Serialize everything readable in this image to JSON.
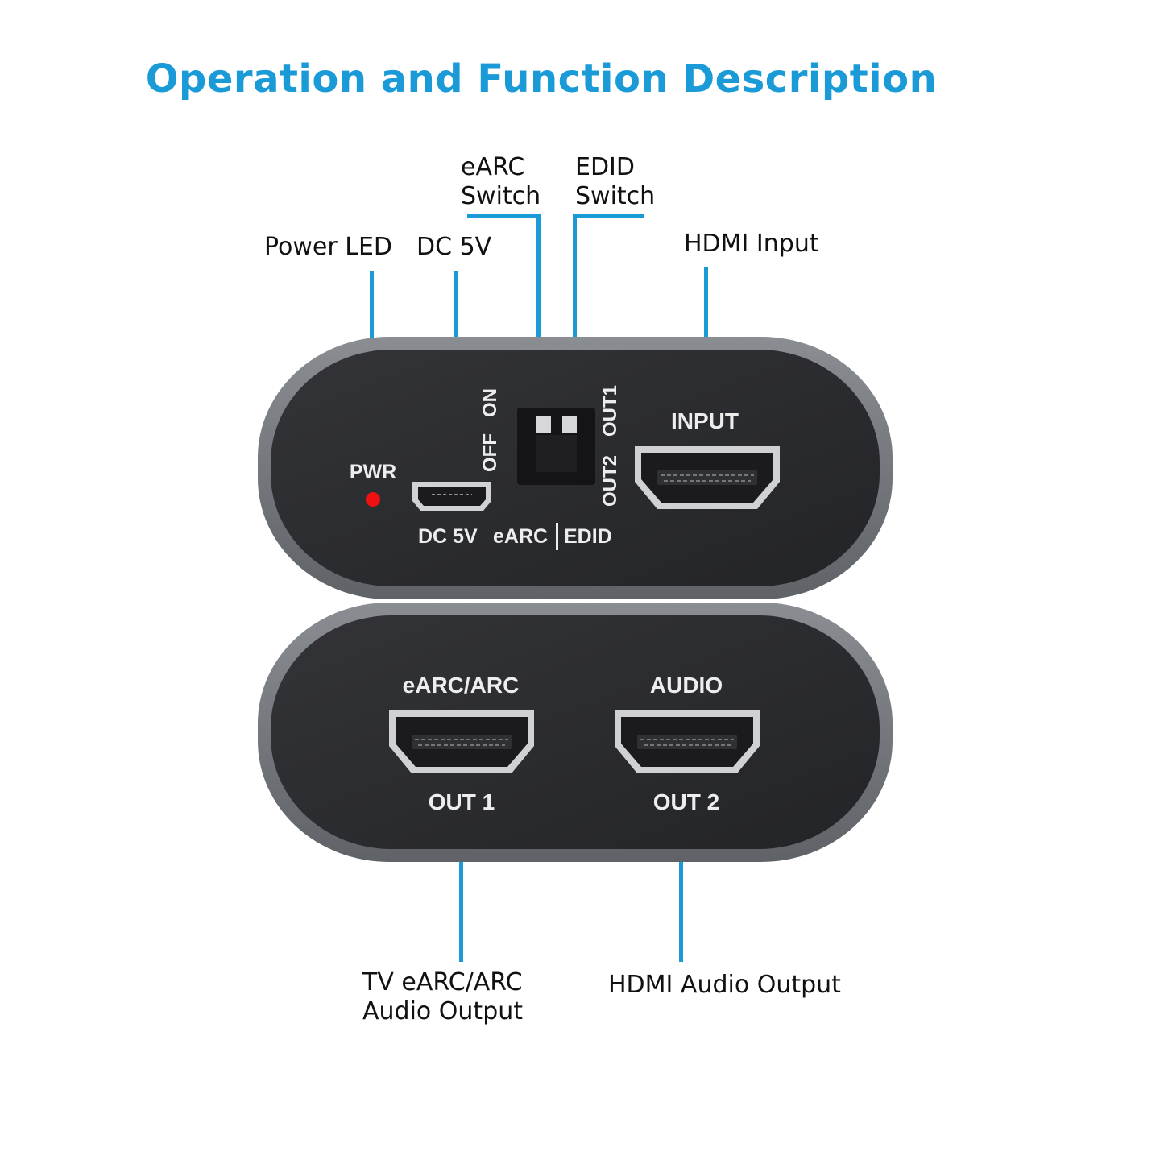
{
  "page": {
    "title": "Operation and Function Description"
  },
  "callouts": {
    "earc_switch": [
      "eARC",
      "Switch"
    ],
    "edid_switch": [
      "EDID",
      "Switch"
    ],
    "power_led": "Power LED",
    "dc_5v": "DC 5V",
    "hdmi_input": "HDMI Input",
    "tv_earc_arc": [
      "TV eARC/ARC",
      "Audio Output"
    ],
    "hdmi_audio_output": "HDMI Audio Output"
  },
  "front_panel": {
    "pwr": "PWR",
    "dc_5v": "DC 5V",
    "earc": "eARC",
    "edid": "EDID",
    "on": "ON",
    "off": "OFF",
    "out1": "OUT1",
    "out2": "OUT2",
    "input": "INPUT"
  },
  "rear_panel": {
    "earc_arc": "eARC/ARC",
    "audio": "AUDIO",
    "out_1": "OUT 1",
    "out_2": "OUT 2"
  },
  "colors": {
    "accent": "#1a9ad6",
    "led": "#ee1111",
    "housing": "#7a7e83",
    "panel": "#2b2c2f"
  }
}
